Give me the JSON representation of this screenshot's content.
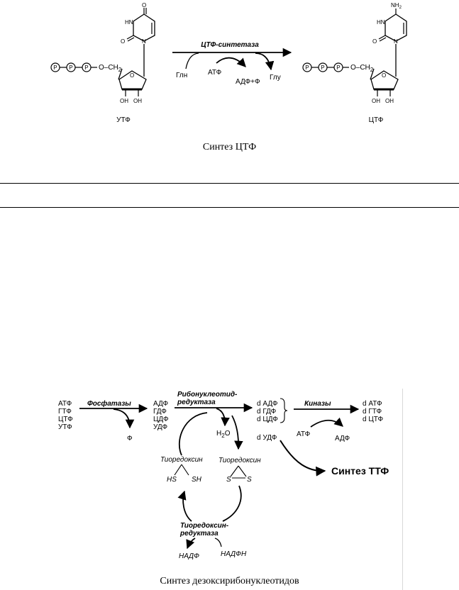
{
  "figure1": {
    "enzyme": "ЦТФ-синтетаза",
    "left_compound": "УТФ",
    "right_compound": "ЦТФ",
    "gln": "Глн",
    "atp": "АТФ",
    "adp_p": "АДФ+Ф",
    "glu": "Глу",
    "phosphate": "P",
    "o_ch2": "O–CH",
    "sub2": "2",
    "oh": "OH",
    "hn": "HN",
    "n": "N",
    "o": "O",
    "ring_o": "O",
    "nh2_n": "NH",
    "nh2_sub": "2",
    "caption": "Синтез ЦТФ"
  },
  "figure2": {
    "triphosphates": [
      "АТФ",
      "ГТФ",
      "ЦТФ",
      "УТФ"
    ],
    "phosphatases": "Фосфатазы",
    "phosphate_f": "Ф",
    "diphosphates": [
      "АДФ",
      "ГДФ",
      "ЦДФ",
      "УДФ"
    ],
    "reductase_line1": "Рибонуклеотид-",
    "reductase_line2": "редуктаза",
    "deoxy_diphosphates": [
      "d АДФ",
      "d ГДФ",
      "d ЦДФ"
    ],
    "d_udp": "d УДФ",
    "kinases": "Киназы",
    "atp": "АТФ",
    "adp": "АДФ",
    "deoxy_triphosphates": [
      "d АТФ",
      "d ГТФ",
      "d ЦТФ"
    ],
    "h2o_h": "H",
    "h2o_sub": "2",
    "h2o_o": "O",
    "thioredoxin_red": "Тиоредоксин",
    "hs": "HS",
    "sh": "SH",
    "thioredoxin_ox": "Тиоредоксин",
    "s_left": "S",
    "s_right": "S",
    "ttp_synthesis": "Синтез ТТФ",
    "trx_reductase_line1": "Тиоредоксин-",
    "trx_reductase_line2": "редуктаза",
    "nadp": "НАДФ",
    "nadph": "НАДФН",
    "caption": "Синтез дезоксирибонуклеотидов"
  }
}
